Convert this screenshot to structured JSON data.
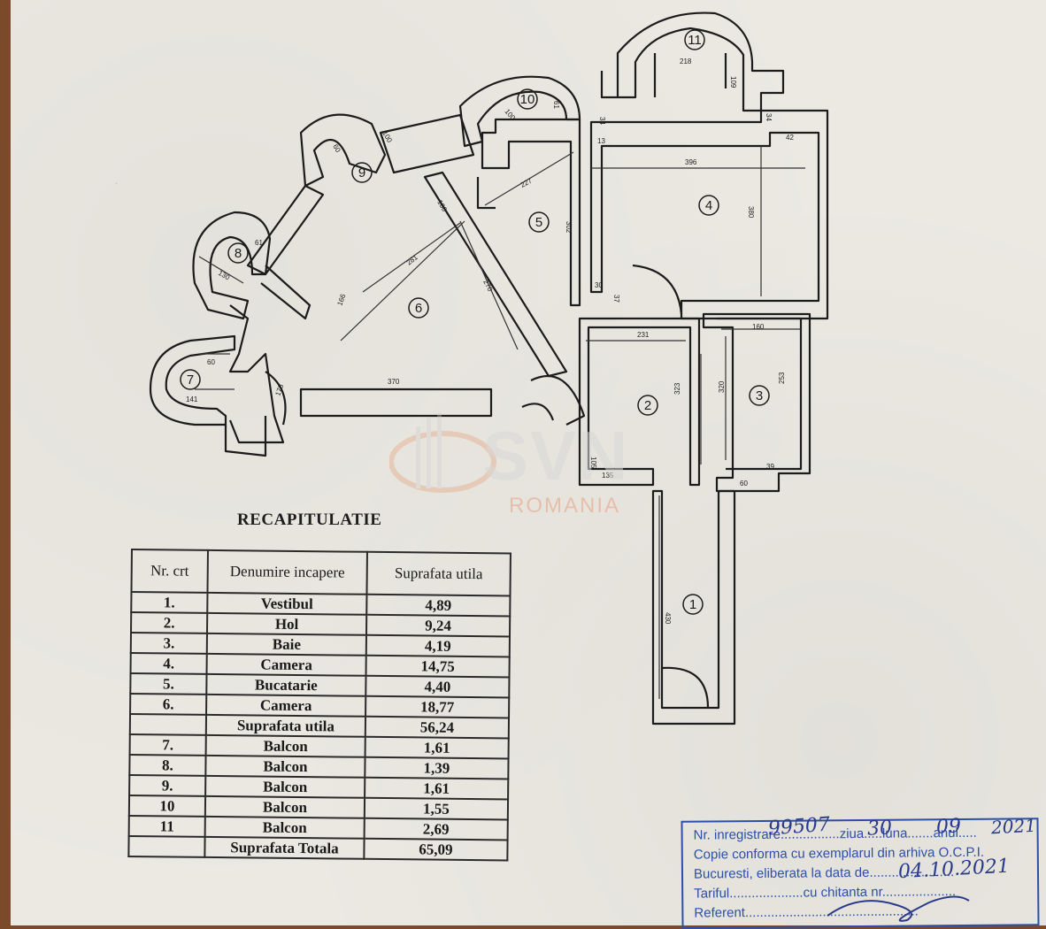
{
  "rooms_plan": {
    "labels": [
      "1",
      "2",
      "3",
      "4",
      "5",
      "6",
      "7",
      "8",
      "9",
      "10",
      "11"
    ],
    "dimensions": {
      "d218": "218",
      "d109": "109",
      "d61": "61",
      "d100a": "100",
      "d34a": "34",
      "d13": "13",
      "d34b": "34",
      "d42": "42",
      "d396": "396",
      "d380": "380",
      "d227": "227",
      "d302": "302",
      "d100b": "100",
      "d60a": "60",
      "d100c": "100",
      "d281": "281",
      "d270": "270",
      "d166": "166",
      "d30": "30",
      "d37": "37",
      "d231": "231",
      "d160": "160",
      "d323": "323",
      "d320": "320",
      "d253": "253",
      "d39": "39",
      "d60b": "60",
      "d61b": "61",
      "d130": "130",
      "d60c": "60",
      "d141": "141",
      "d178": "178",
      "d370": "370",
      "d105": "105",
      "d135": "135",
      "d430": "430"
    }
  },
  "watermark": {
    "brand": "SVN",
    "country": "ROMANIA"
  },
  "recap": {
    "title": "RECAPITULATIE",
    "headers": {
      "nr": "Nr. crt",
      "name": "Denumire incapere",
      "area": "Suprafata utila"
    },
    "rows": [
      {
        "nr": "1.",
        "name": "Vestibul",
        "area": "4,89"
      },
      {
        "nr": "2.",
        "name": "Hol",
        "area": "9,24"
      },
      {
        "nr": "3.",
        "name": "Baie",
        "area": "4,19"
      },
      {
        "nr": "4.",
        "name": "Camera",
        "area": "14,75"
      },
      {
        "nr": "5.",
        "name": "Bucatarie",
        "area": "4,40"
      },
      {
        "nr": "6.",
        "name": "Camera",
        "area": "18,77"
      },
      {
        "nr": "",
        "name": "Suprafata utila",
        "area": "56,24"
      },
      {
        "nr": "7.",
        "name": "Balcon",
        "area": "1,61"
      },
      {
        "nr": "8.",
        "name": "Balcon",
        "area": "1,39"
      },
      {
        "nr": "9.",
        "name": "Balcon",
        "area": "1,61"
      },
      {
        "nr": "10",
        "name": "Balcon",
        "area": "1,55"
      },
      {
        "nr": "11",
        "name": "Balcon",
        "area": "2,69"
      },
      {
        "nr": "",
        "name": "Suprafata Totala",
        "area": "65,09"
      }
    ]
  },
  "stamp": {
    "line1": "Nr. inregistrare................ziua.....luna.......anul.....",
    "line2": "Copie conforma cu exemplarul din arhiva O.C.P.I.",
    "line3": "Bucuresti, eliberata la data de.......................",
    "line4": "Tariful....................cu chitanta nr....................",
    "line5": "Referent...............................................",
    "hand_reg": "99507",
    "hand_day": "30",
    "hand_month": "09",
    "hand_year": "2021",
    "hand_date": "04.10.2021"
  }
}
